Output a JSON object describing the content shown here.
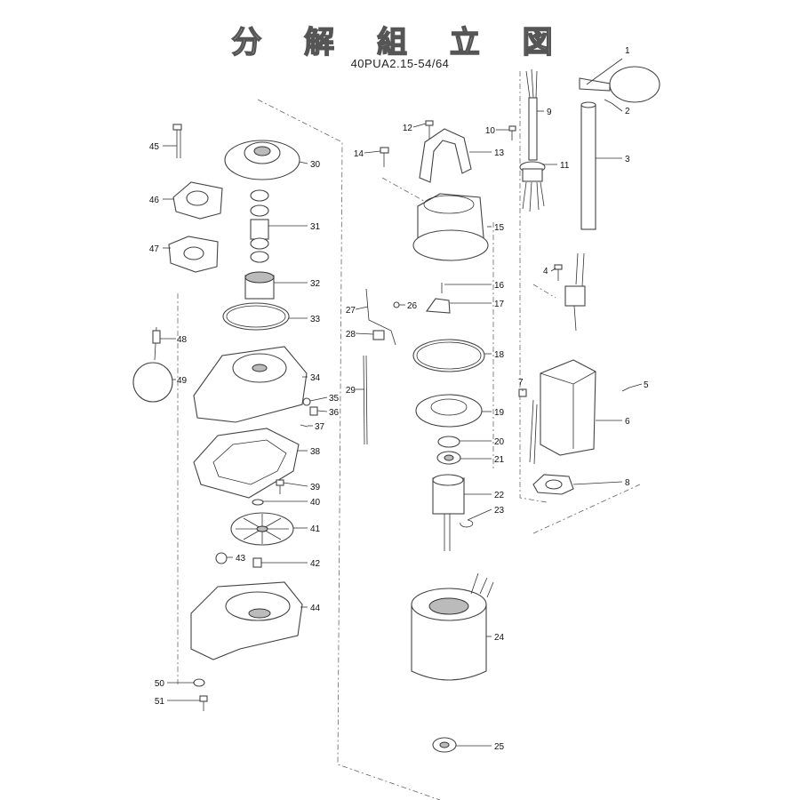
{
  "title": "分 解 組 立 図",
  "model": "40PUA2.15-54/64",
  "parts": [
    "1",
    "2",
    "3",
    "4",
    "5",
    "6",
    "7",
    "8",
    "9",
    "10",
    "11",
    "12",
    "13",
    "14",
    "15",
    "16",
    "17",
    "18",
    "19",
    "20",
    "21",
    "22",
    "23",
    "24",
    "25",
    "26",
    "27",
    "28",
    "29",
    "30",
    "31",
    "32",
    "33",
    "34",
    "35",
    "36",
    "37",
    "38",
    "39",
    "40",
    "41",
    "42",
    "43",
    "44",
    "45",
    "46",
    "47",
    "48",
    "49",
    "50",
    "51"
  ]
}
